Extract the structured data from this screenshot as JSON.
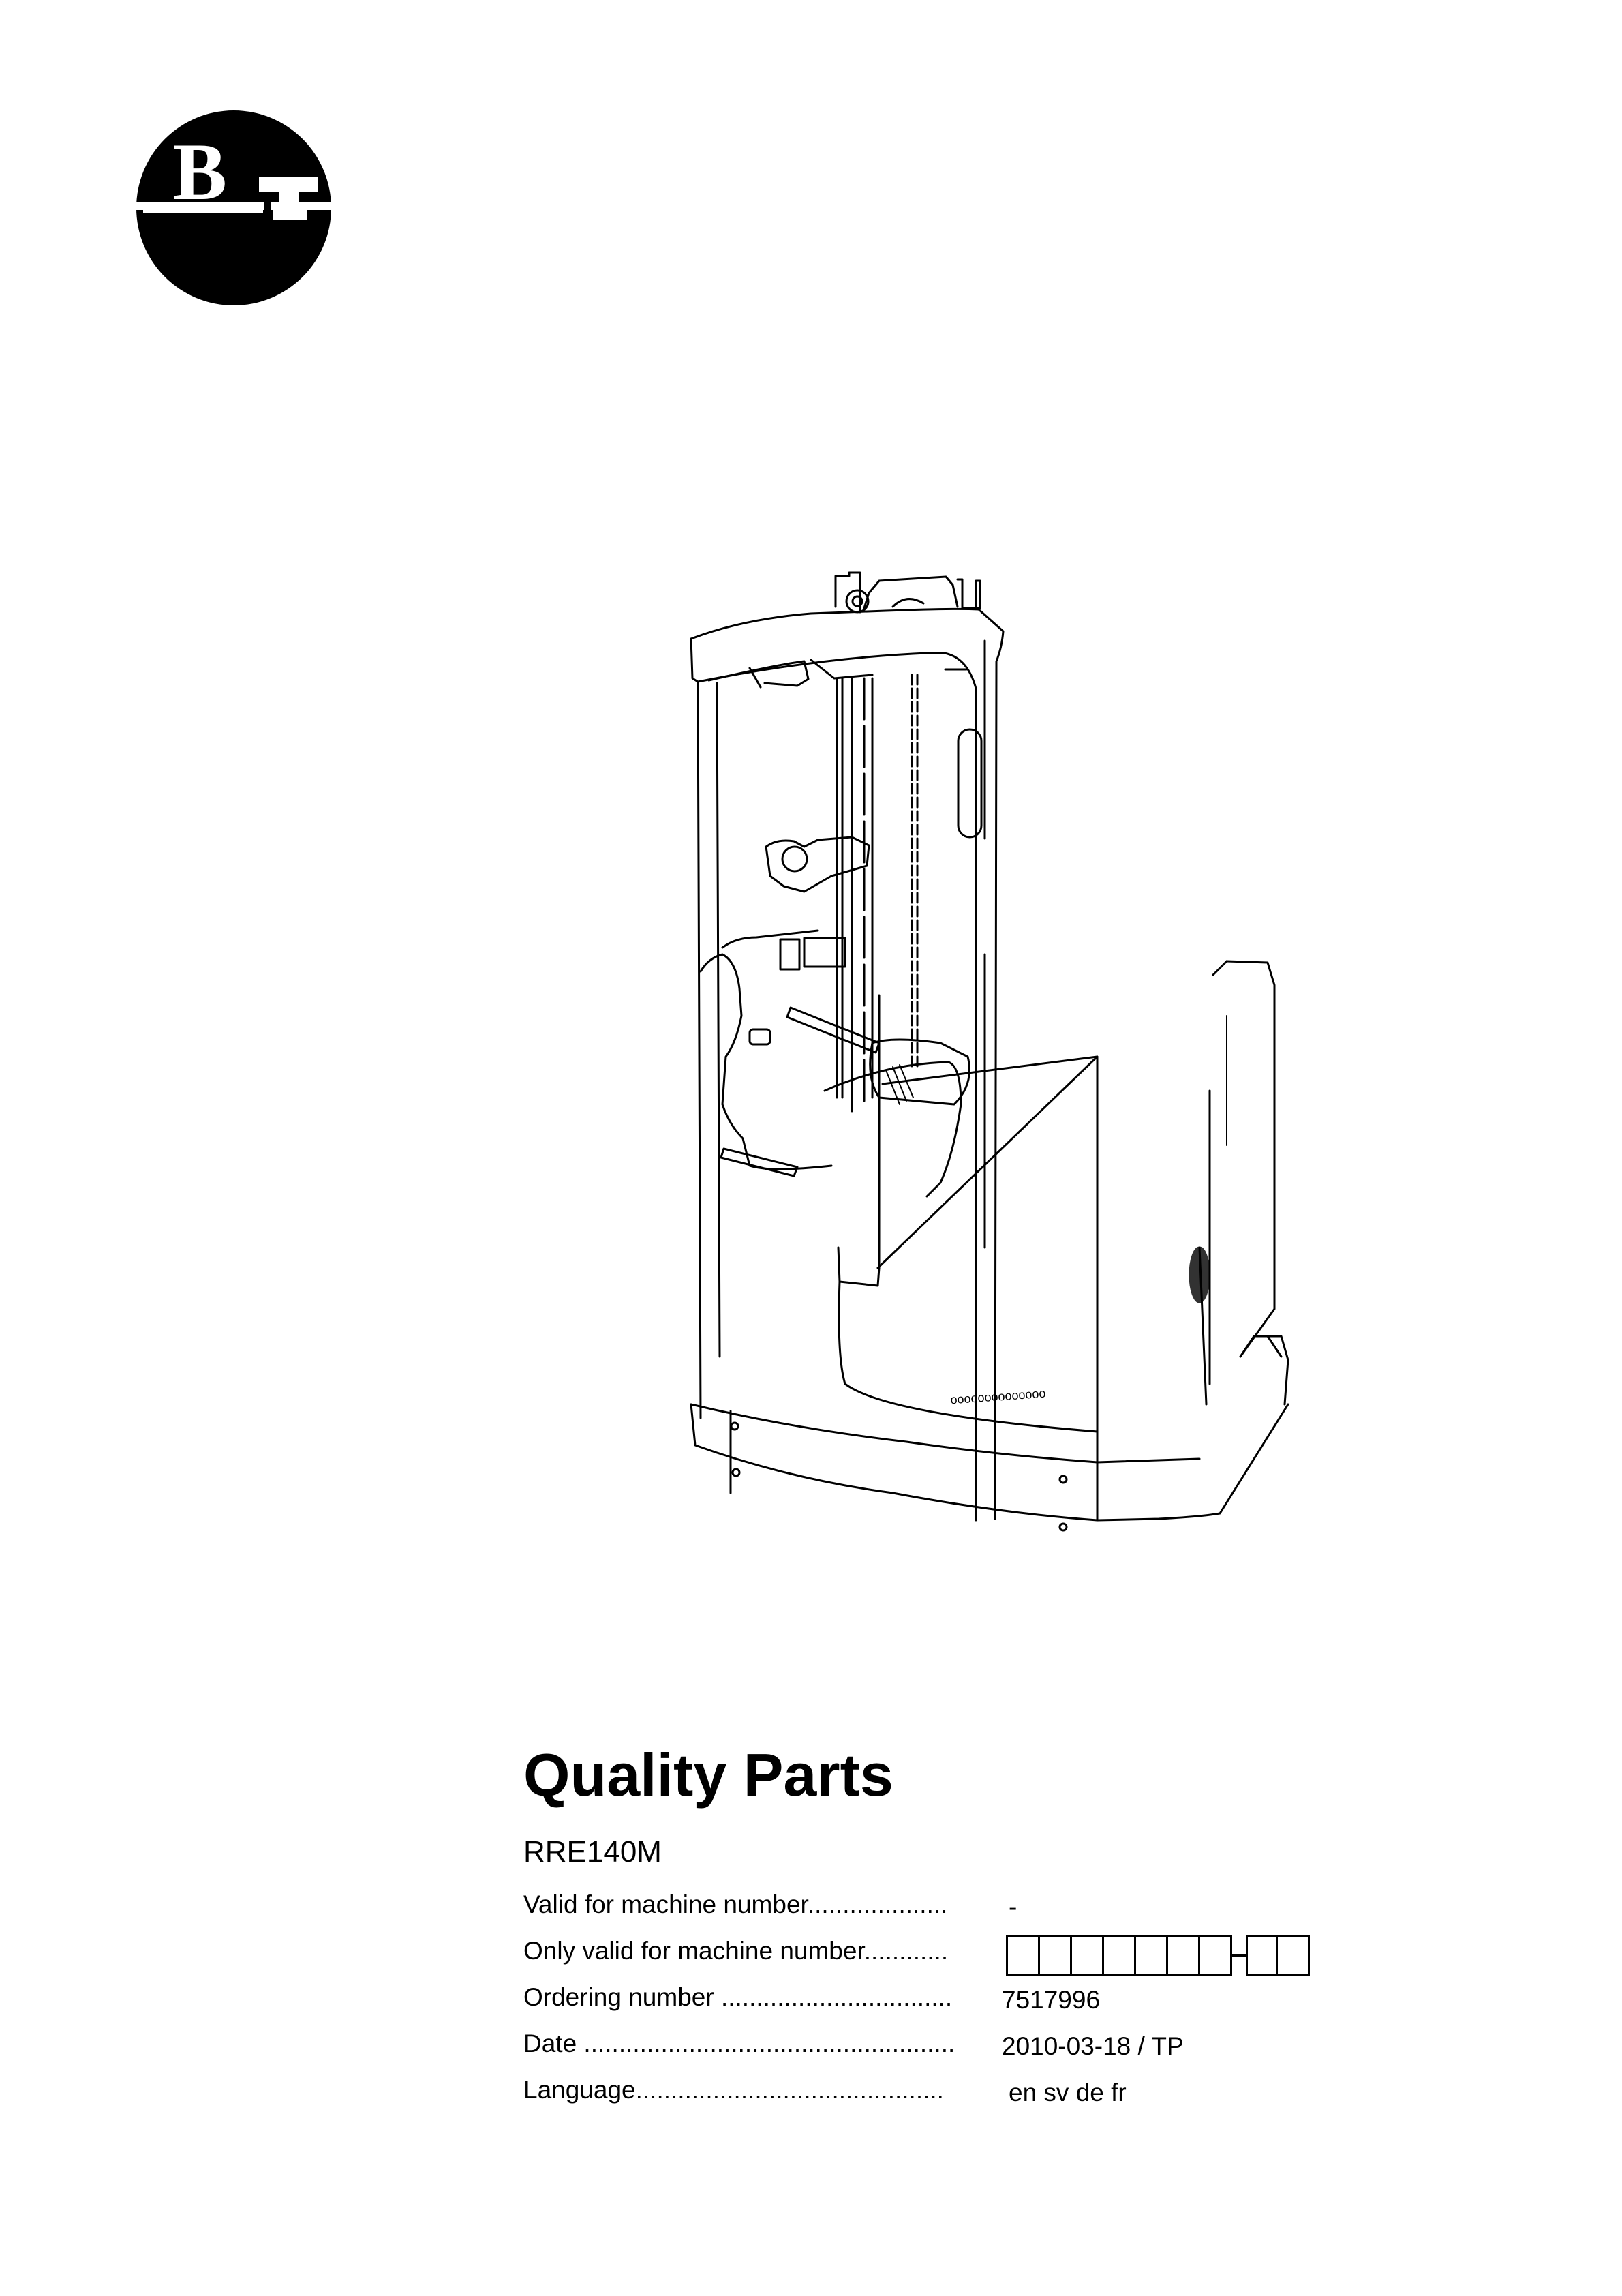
{
  "document": {
    "brand_logo": "BT",
    "illustration": "reach-truck-forklift-drawing",
    "title": "Quality Parts",
    "model": "RRE140M",
    "fields": [
      {
        "label": "Valid for machine number",
        "dots": "....................",
        "value": "-"
      },
      {
        "label": "Only valid for machine number",
        "dots": "............",
        "value": "",
        "input_boxes": 9,
        "dash_after_box": 7
      },
      {
        "label": "Ordering number",
        "dots": " .................................",
        "value": "7517996"
      },
      {
        "label": "Date",
        "dots": " .....................................................",
        "value": "2010-03-18 / TP"
      },
      {
        "label": "Language",
        "dots": "............................................",
        "value": "en sv de fr"
      }
    ]
  }
}
